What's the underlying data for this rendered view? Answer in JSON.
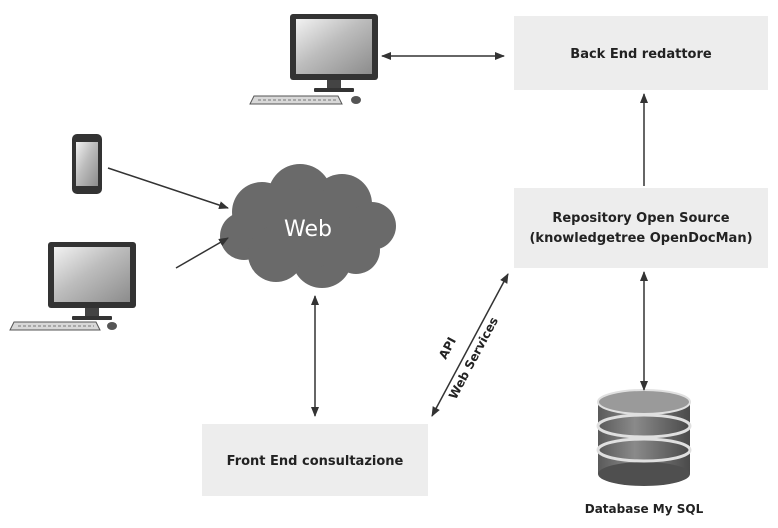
{
  "nodes": {
    "back_end": "Back End redattore",
    "repository_line1": "Repository Open Source",
    "repository_line2": "(knowledgetree OpenDocMan)",
    "front_end": "Front End consultazione",
    "web": "Web",
    "database": "Database My SQL"
  },
  "edge_labels": {
    "api": "API",
    "web_services": "Web Services"
  },
  "icons": {
    "top_computer": "desktop-computer-icon",
    "left_computer": "desktop-computer-icon",
    "smartphone": "smartphone-icon",
    "cloud": "cloud-icon",
    "database": "database-cylinder-icon"
  },
  "colors": {
    "box_fill": "#ededed",
    "cloud_fill": "#6a6a6a",
    "arrow": "#333333"
  }
}
